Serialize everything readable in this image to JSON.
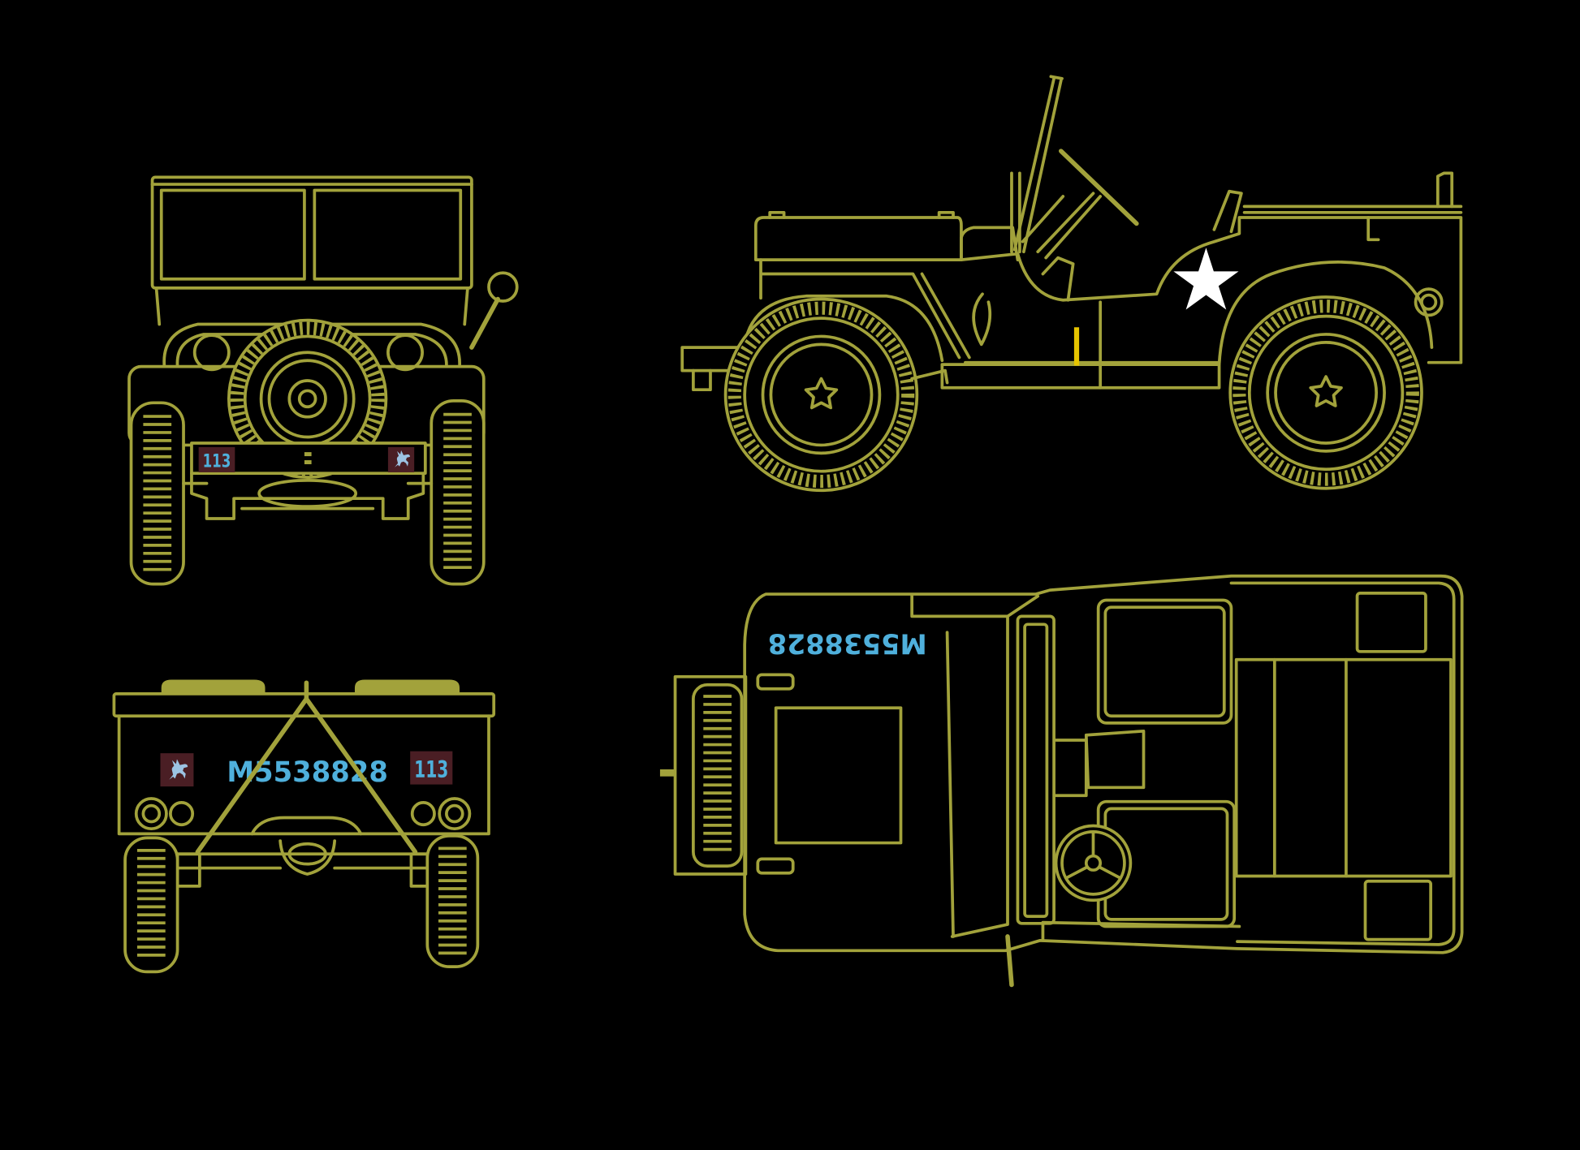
{
  "colors": {
    "background": "#000000",
    "line": "#a2a23b",
    "marking": "#4fb0dc",
    "plate": "#4a1e24",
    "star": "#ffffff",
    "stripe": "#e6c400",
    "emblem": "#9cc3e3"
  },
  "rear_view": {
    "plate_number": "113",
    "emblem_icon": "pegasus-icon"
  },
  "front_view": {
    "emblem_icon": "pegasus-icon",
    "registration": "M5538828",
    "unit_number": "113"
  },
  "side_view": {
    "marking_icon": "star-icon"
  },
  "top_view": {
    "registration": "M5538828"
  }
}
